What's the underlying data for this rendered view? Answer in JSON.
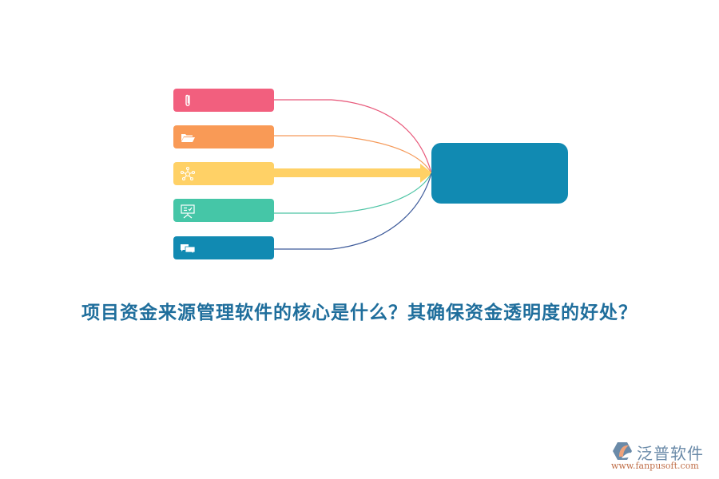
{
  "diagram": {
    "source_nodes": [
      {
        "icon": "paperclip-icon",
        "color": "#f25f7e",
        "line_color": "#e8587a"
      },
      {
        "icon": "folder-open-icon",
        "color": "#f99a56",
        "line_color": "#f59a5a"
      },
      {
        "icon": "network-hub-icon",
        "color": "#ffd166",
        "line_color": "#ffd166"
      },
      {
        "icon": "presentation-board-icon",
        "color": "#45c6a7",
        "line_color": "#4cc4a4"
      },
      {
        "icon": "chat-bubbles-icon",
        "color": "#118ab2",
        "line_color": "#3d5a9a"
      }
    ],
    "target_node": {
      "color": "#118ab2"
    }
  },
  "title": "项目资金来源管理软件的核心是什么？其确保资金透明度的好处？",
  "title_color": "#1f6e9c",
  "logo": {
    "name": "泛普软件",
    "url": "www.fanpusoft.com"
  }
}
